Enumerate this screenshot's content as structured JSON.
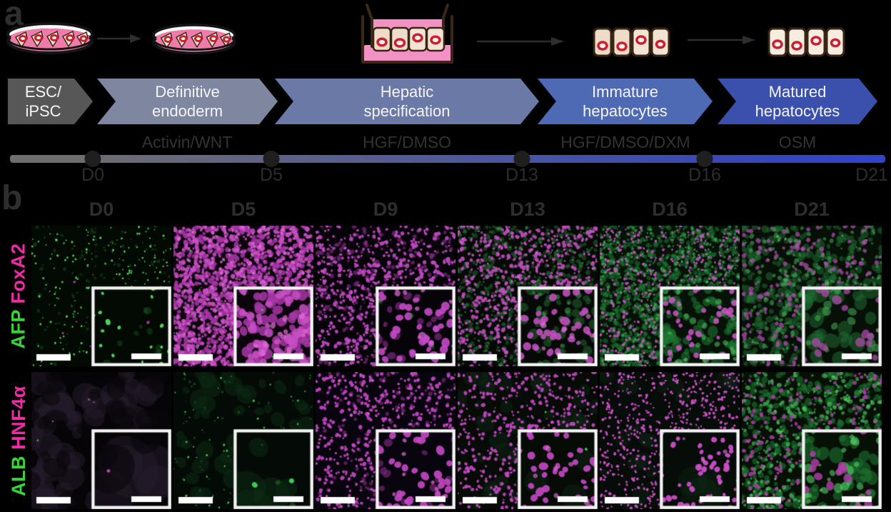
{
  "figure": {
    "panel_a": {
      "letter": "a",
      "stages": [
        {
          "line1": "ESC/",
          "line2": "iPSC",
          "color": "#575757"
        },
        {
          "line1": "Definitive",
          "line2": "endoderm",
          "color": "#7e86a0"
        },
        {
          "line1": "Hepatic",
          "line2": "specification",
          "color": "#6b79a6"
        },
        {
          "line1": "Immature",
          "line2": "hepatocytes",
          "color": "#4e6ab4"
        },
        {
          "line1": "Matured",
          "line2": "hepatocytes",
          "color": "#3a50ac"
        }
      ],
      "media_labels": [
        {
          "label": "Activin/WNT"
        },
        {
          "label": "HGF/DMSO"
        },
        {
          "label": "HGF/DMSO/DXM"
        },
        {
          "label": "OSM"
        }
      ],
      "timeline": {
        "days": [
          "D0",
          "D5",
          "D13",
          "D16",
          "D21"
        ],
        "gradient": [
          "#6e6e70",
          "#5e6386",
          "#4a55a2",
          "#3a49b4",
          "#2f44cc"
        ],
        "dot_color": "#1f1f1f"
      }
    },
    "panel_b": {
      "letter": "b",
      "columns": [
        "D0",
        "D5",
        "D9",
        "D13",
        "D16",
        "D21"
      ],
      "rows": [
        {
          "marker_green": "AFP",
          "marker_magenta": "FoxA2"
        },
        {
          "marker_green": "ALB",
          "marker_magenta": "HNF4α"
        }
      ],
      "marker_colors": {
        "green": "#35d535",
        "magenta": "#ef2aa4"
      },
      "scale_bar_color": "#ffffff",
      "inset_border_color": "#f4f4f4",
      "tiles": [
        {
          "id": "afp-foxa2-d0",
          "row": 0,
          "col": 0,
          "desc": "sparse green AFP puncta on dark field",
          "bg": "#030903",
          "layers": [
            {
              "c": "#1d5c28",
              "n": 130,
              "r0": 1.2,
              "r1": 2.6,
              "a": 0.4
            },
            {
              "c": "#52da5e",
              "n": 230,
              "r0": 0.7,
              "r1": 1.7,
              "a": 0.95
            },
            {
              "c": "#b943ae",
              "n": 9,
              "r0": 0.9,
              "r1": 1.7,
              "a": 0.85
            }
          ]
        },
        {
          "id": "afp-foxa2-d5",
          "row": 0,
          "col": 1,
          "desc": "dense magenta FoxA2+ nuclei",
          "bg": "#0c050c",
          "layers": [
            {
              "c": "#a636a6",
              "n": 900,
              "r0": 2.2,
              "r1": 3.8,
              "a": 0.85
            },
            {
              "c": "#c94fc4",
              "n": 700,
              "r0": 1.8,
              "r1": 3.2,
              "a": 0.85
            },
            {
              "c": "#e46fdc",
              "n": 280,
              "r0": 1.2,
              "r1": 2.4,
              "a": 0.7
            },
            {
              "c": "#49cf5b",
              "n": 26,
              "r0": 0.6,
              "r1": 1.2,
              "a": 0.9
            }
          ]
        },
        {
          "id": "afp-foxa2-d9",
          "row": 0,
          "col": 2,
          "desc": "magenta nuclei, scattered faint green",
          "bg": "#070409",
          "layers": [
            {
              "c": "#8f2f92",
              "n": 250,
              "r0": 1.8,
              "r1": 3.2,
              "a": 0.6
            },
            {
              "c": "#c449c6",
              "n": 520,
              "r0": 1.6,
              "r1": 2.9,
              "a": 0.9
            },
            {
              "c": "#de6cd7",
              "n": 130,
              "r0": 1.1,
              "r1": 2.0,
              "a": 0.7
            },
            {
              "c": "#2f8a3d",
              "n": 70,
              "r0": 0.6,
              "r1": 1.4,
              "a": 0.45
            }
          ]
        },
        {
          "id": "afp-foxa2-d13",
          "row": 0,
          "col": 3,
          "desc": "magenta nuclei with green cytoplasm",
          "bg": "#060906",
          "layers": [
            {
              "c": "#236b31",
              "n": 550,
              "r0": 1.8,
              "r1": 3.6,
              "a": 0.5
            },
            {
              "c": "#43b254",
              "n": 230,
              "r0": 1.0,
              "r1": 2.2,
              "a": 0.5
            },
            {
              "c": "#c44ec0",
              "n": 560,
              "r0": 1.7,
              "r1": 2.9,
              "a": 0.88
            },
            {
              "c": "#e273da",
              "n": 140,
              "r0": 1.1,
              "r1": 1.9,
              "a": 0.65
            }
          ]
        },
        {
          "id": "afp-foxa2-d16",
          "row": 0,
          "col": 4,
          "desc": "dense green cells, small magenta nuclei",
          "bg": "#061107",
          "layers": [
            {
              "c": "#1f7a33",
              "n": 900,
              "r0": 2.0,
              "r1": 3.8,
              "a": 0.55
            },
            {
              "c": "#4fc663",
              "n": 420,
              "r0": 1.0,
              "r1": 2.4,
              "a": 0.55
            },
            {
              "c": "#d055c9",
              "n": 520,
              "r0": 1.2,
              "r1": 2.2,
              "a": 0.85
            },
            {
              "c": "#8fe39b",
              "n": 60,
              "r0": 0.7,
              "r1": 1.4,
              "a": 0.5
            }
          ]
        },
        {
          "id": "afp-foxa2-d21",
          "row": 0,
          "col": 5,
          "desc": "large green cells, magenta nuclei",
          "bg": "#071007",
          "layers": [
            {
              "c": "#1f6e33",
              "n": 380,
              "r0": 2.6,
              "r1": 5.8,
              "a": 0.5
            },
            {
              "c": "#4dbb5f",
              "n": 260,
              "r0": 1.4,
              "r1": 3.2,
              "a": 0.5
            },
            {
              "c": "#b24cad",
              "n": 210,
              "r0": 2.0,
              "r1": 3.4,
              "a": 0.72
            },
            {
              "c": "#d9ead9",
              "n": 16,
              "r0": 0.8,
              "r1": 1.6,
              "a": 0.45
            }
          ]
        },
        {
          "id": "alb-hnf4a-d0",
          "row": 1,
          "col": 0,
          "desc": "near-black field, faint purple patches",
          "bg": "#050406",
          "layers": [
            {
              "c": "#261c2b",
              "n": 70,
              "r0": 7,
              "r1": 20,
              "a": 0.5
            },
            {
              "c": "#0a070c",
              "n": 40,
              "r0": 8,
              "r1": 18,
              "a": 0.6
            },
            {
              "c": "#49cf5b",
              "n": 4,
              "r0": 0.8,
              "r1": 1.4,
              "a": 0.9
            },
            {
              "c": "#c44ec0",
              "n": 3,
              "r0": 0.8,
              "r1": 1.4,
              "a": 0.9
            }
          ]
        },
        {
          "id": "alb-hnf4a-d5",
          "row": 1,
          "col": 1,
          "desc": "dark field, sparse green dots",
          "bg": "#040b06",
          "layers": [
            {
              "c": "#0e2f17",
              "n": 60,
              "r0": 5,
              "r1": 14,
              "a": 0.45
            },
            {
              "c": "#2c8a3c",
              "n": 70,
              "r0": 0.8,
              "r1": 1.8,
              "a": 0.4
            },
            {
              "c": "#41d35b",
              "n": 55,
              "r0": 0.7,
              "r1": 1.7,
              "a": 0.95
            }
          ]
        },
        {
          "id": "alb-hnf4a-d9",
          "row": 1,
          "col": 2,
          "desc": "scattered magenta HNF4α+ nuclei",
          "bg": "#09050e",
          "layers": [
            {
              "c": "#8f2f92",
              "n": 160,
              "r0": 1.8,
              "r1": 3.0,
              "a": 0.55
            },
            {
              "c": "#c246c2",
              "n": 440,
              "r0": 1.6,
              "r1": 2.8,
              "a": 0.92
            },
            {
              "c": "#df6cd9",
              "n": 110,
              "r0": 1.1,
              "r1": 1.9,
              "a": 0.7
            }
          ]
        },
        {
          "id": "alb-hnf4a-d13",
          "row": 1,
          "col": 3,
          "desc": "magenta nuclei on faint green field",
          "bg": "#060b06",
          "layers": [
            {
              "c": "#0e2a16",
              "n": 45,
              "r0": 6,
              "r1": 15,
              "a": 0.4
            },
            {
              "c": "#c246c2",
              "n": 430,
              "r0": 1.5,
              "r1": 2.7,
              "a": 0.92
            },
            {
              "c": "#de68d6",
              "n": 100,
              "r0": 1.0,
              "r1": 1.8,
              "a": 0.65
            },
            {
              "c": "#41d35b",
              "n": 5,
              "r0": 0.8,
              "r1": 1.5,
              "a": 0.9
            }
          ]
        },
        {
          "id": "alb-hnf4a-d16",
          "row": 1,
          "col": 4,
          "desc": "dense small magenta nuclei",
          "bg": "#060c07",
          "layers": [
            {
              "c": "#0e2a16",
              "n": 35,
              "r0": 6,
              "r1": 14,
              "a": 0.35
            },
            {
              "c": "#cc4ec8",
              "n": 600,
              "r0": 1.2,
              "r1": 2.1,
              "a": 0.95
            },
            {
              "c": "#e87ae0",
              "n": 90,
              "r0": 0.9,
              "r1": 1.5,
              "a": 0.6
            }
          ]
        },
        {
          "id": "alb-hnf4a-d21",
          "row": 1,
          "col": 5,
          "desc": "bright green ALB+ cells, magenta nuclei",
          "bg": "#061005",
          "layers": [
            {
              "c": "#1f7a33",
              "n": 420,
              "r0": 2.4,
              "r1": 5.0,
              "a": 0.55
            },
            {
              "c": "#53cf67",
              "n": 330,
              "r0": 1.4,
              "r1": 3.2,
              "a": 0.6
            },
            {
              "c": "#8ce89a",
              "n": 80,
              "r0": 0.8,
              "r1": 1.8,
              "a": 0.5
            },
            {
              "c": "#b440ae",
              "n": 200,
              "r0": 1.8,
              "r1": 3.0,
              "a": 0.8
            }
          ]
        }
      ]
    }
  }
}
